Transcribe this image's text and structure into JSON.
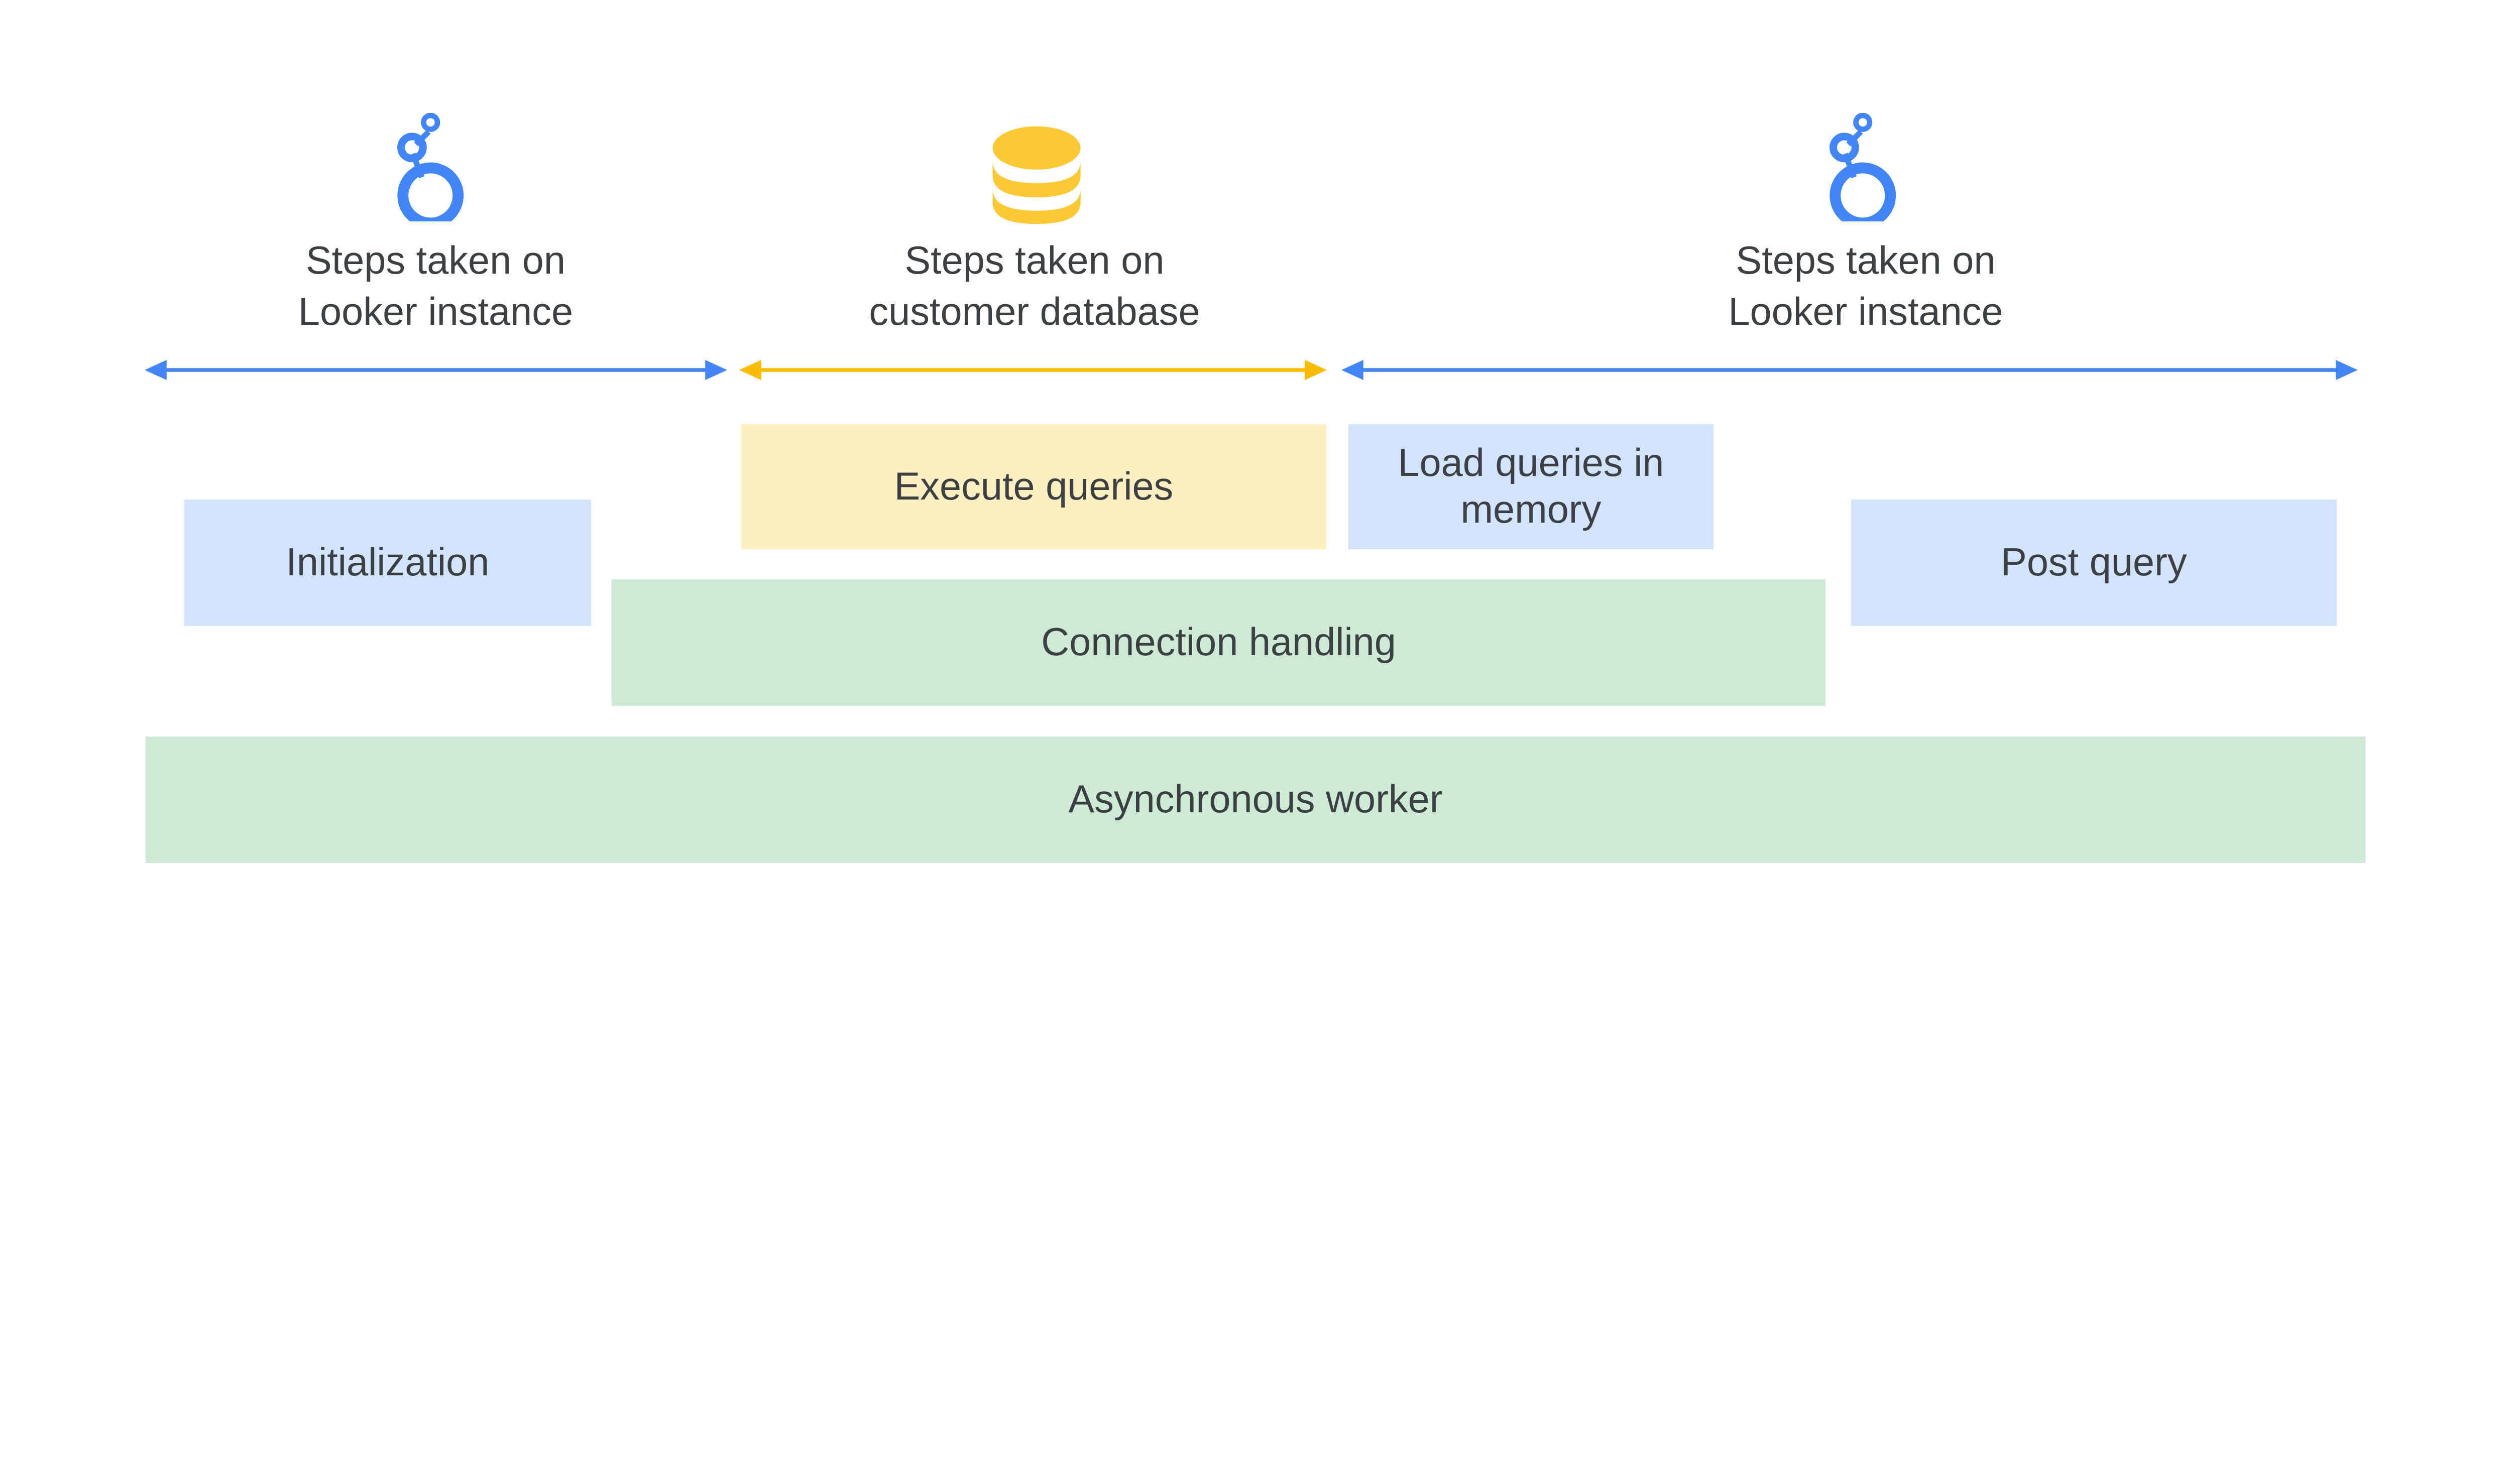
{
  "colors": {
    "looker_blue": "#4285F4",
    "database_yellow": "#FBBC04",
    "yellow_box": "#FEEFC3",
    "blue_box": "#D2E3FC",
    "green_box": "#CEEAD6",
    "text": "#3C4043"
  },
  "sections": [
    {
      "icon": "looker-logo-icon",
      "line1": "Steps taken on",
      "line2": "Looker instance",
      "arrow_color": "#4285F4"
    },
    {
      "icon": "database-icon",
      "line1": "Steps taken on",
      "line2": "customer database",
      "arrow_color": "#FBBC04"
    },
    {
      "icon": "looker-logo-icon",
      "line1": "Steps taken on",
      "line2": "Looker instance",
      "arrow_color": "#4285F4"
    }
  ],
  "boxes": {
    "execute_queries": "Execute queries",
    "load_queries_line1": "Load queries in",
    "load_queries_line2": "memory",
    "initialization": "Initialization",
    "post_query": "Post query",
    "connection_handling": "Connection handling",
    "asynchronous_worker": "Asynchronous worker"
  }
}
